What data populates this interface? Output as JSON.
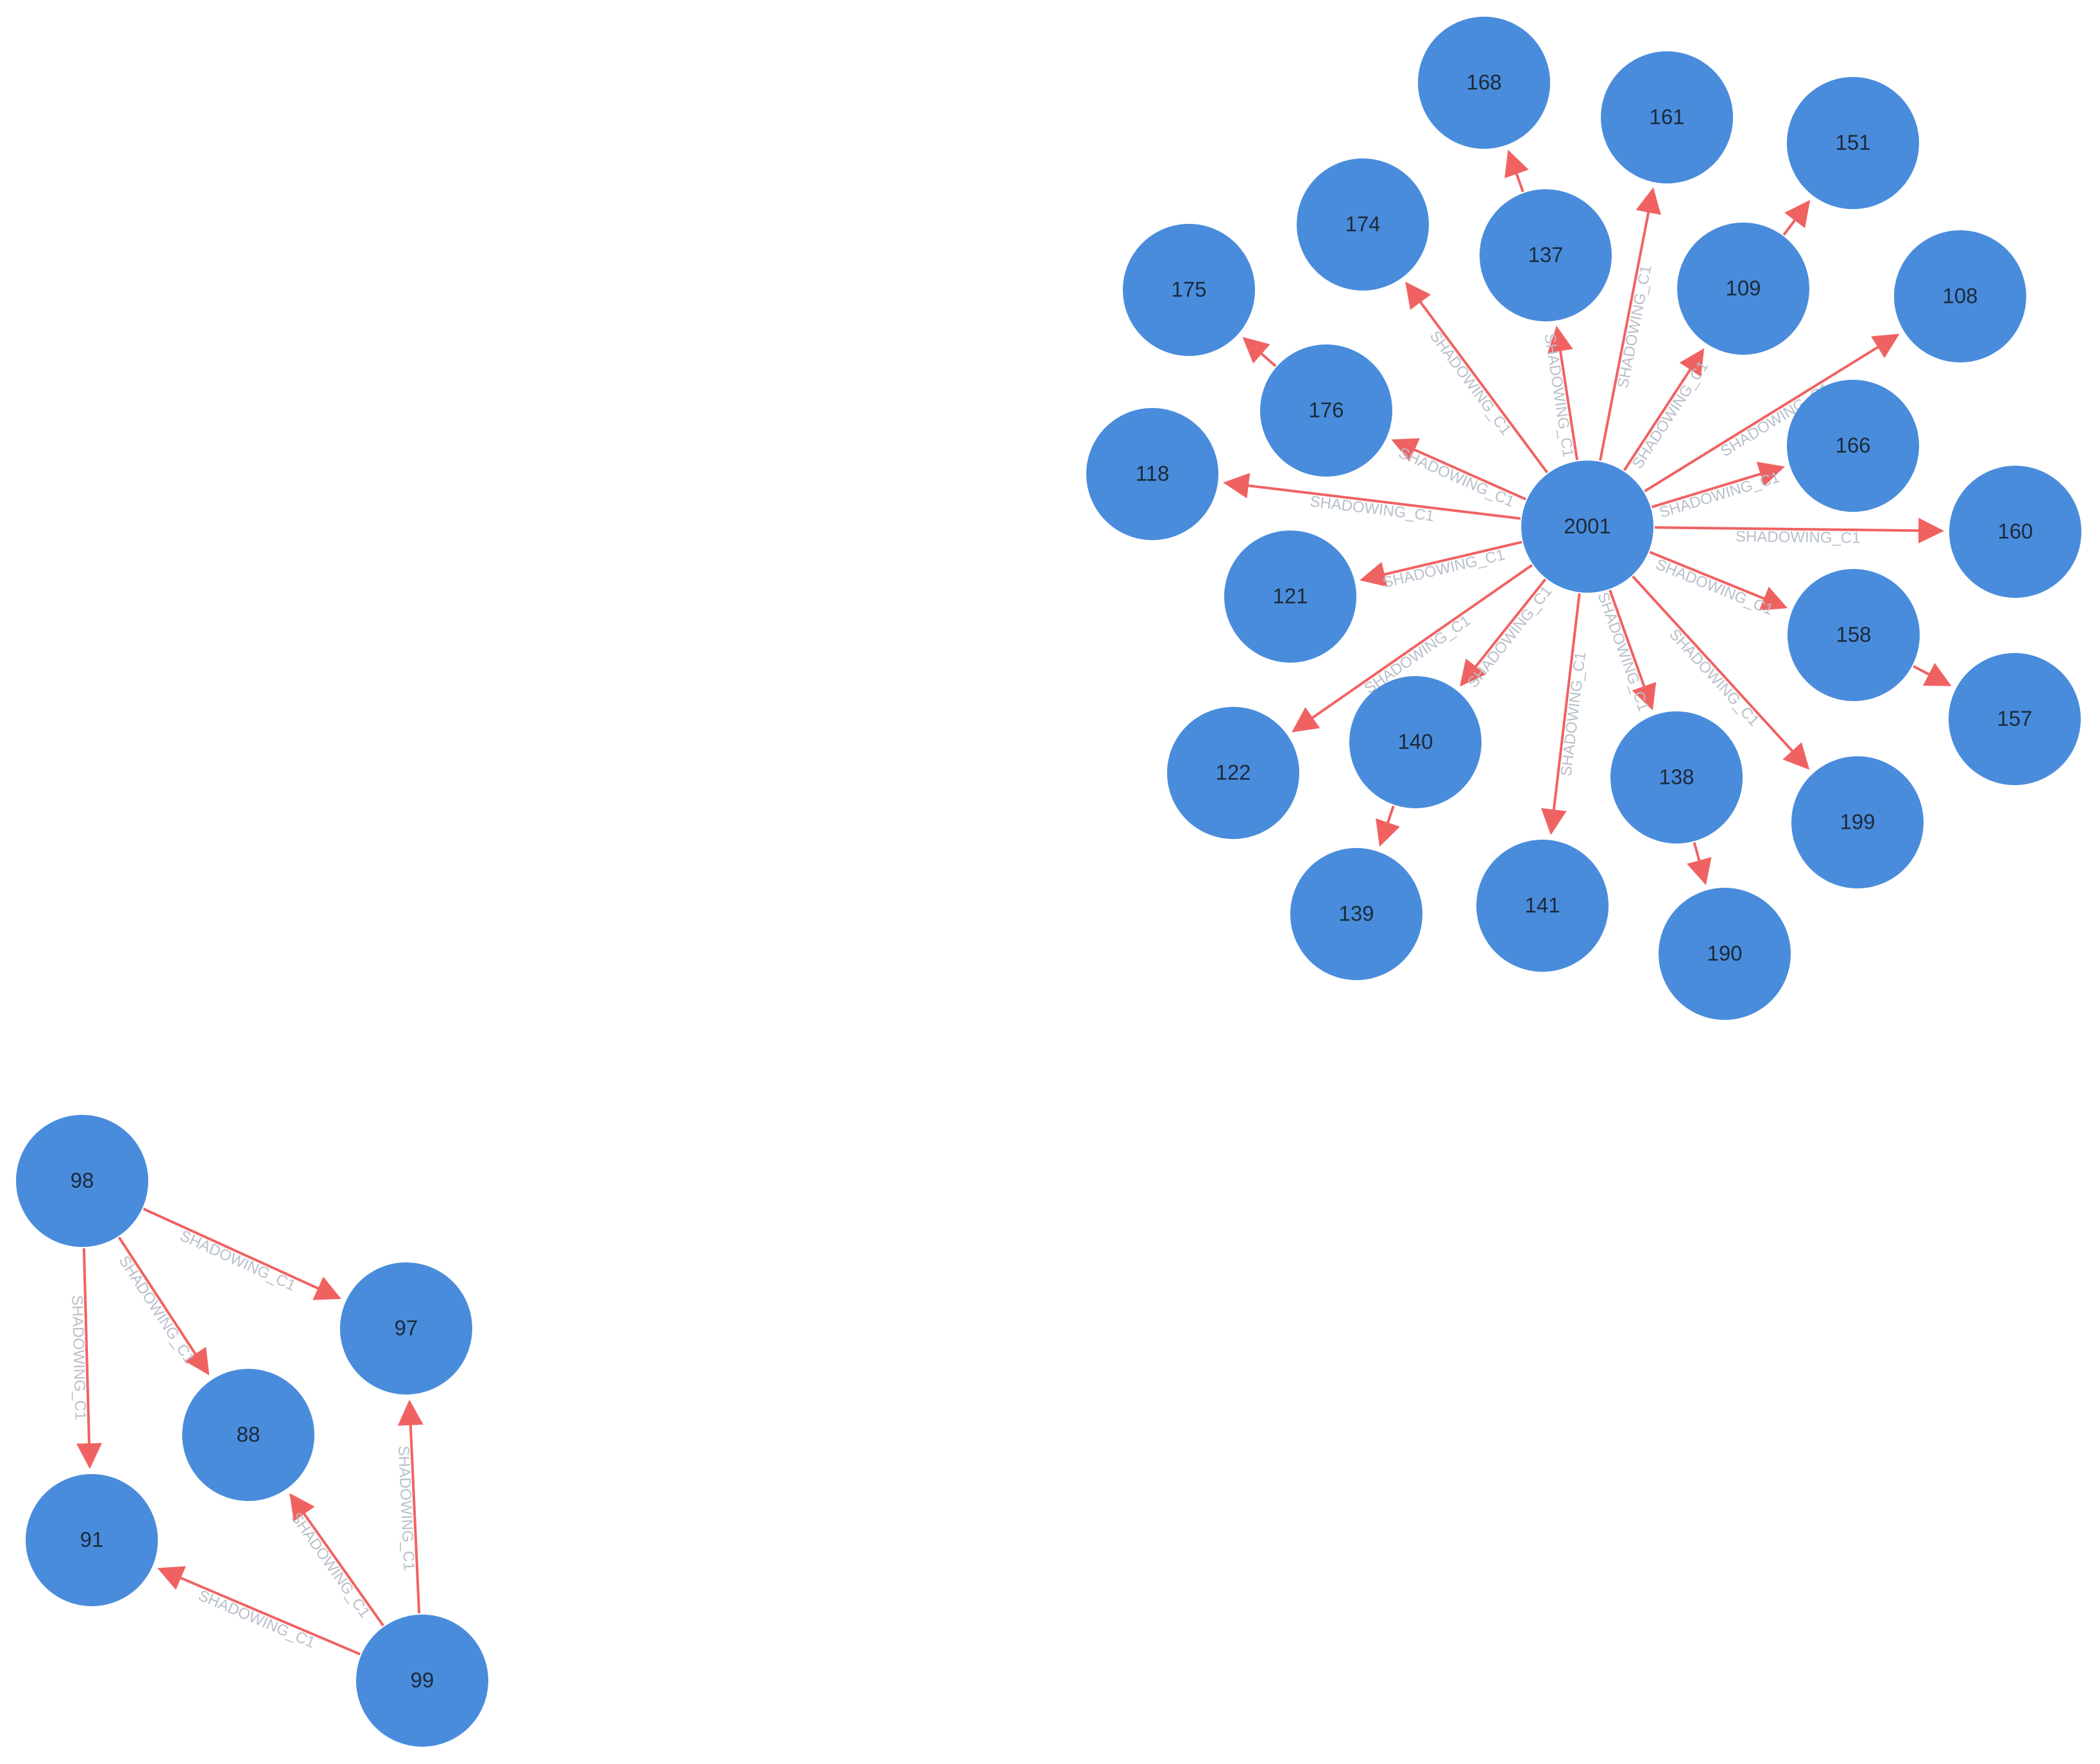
{
  "graph": {
    "node_color": "#4a8cdc",
    "edge_color": "#f06262",
    "edge_label_color": "#b8bfc9",
    "nodes": [
      {
        "id": "2001",
        "label": "2001"
      },
      {
        "id": "168",
        "label": "168"
      },
      {
        "id": "161",
        "label": "161"
      },
      {
        "id": "151",
        "label": "151"
      },
      {
        "id": "174",
        "label": "174"
      },
      {
        "id": "137",
        "label": "137"
      },
      {
        "id": "109",
        "label": "109"
      },
      {
        "id": "108",
        "label": "108"
      },
      {
        "id": "175",
        "label": "175"
      },
      {
        "id": "176",
        "label": "176"
      },
      {
        "id": "166",
        "label": "166"
      },
      {
        "id": "118",
        "label": "118"
      },
      {
        "id": "160",
        "label": "160"
      },
      {
        "id": "121",
        "label": "121"
      },
      {
        "id": "158",
        "label": "158"
      },
      {
        "id": "157",
        "label": "157"
      },
      {
        "id": "122",
        "label": "122"
      },
      {
        "id": "140",
        "label": "140"
      },
      {
        "id": "138",
        "label": "138"
      },
      {
        "id": "199",
        "label": "199"
      },
      {
        "id": "139",
        "label": "139"
      },
      {
        "id": "141",
        "label": "141"
      },
      {
        "id": "190",
        "label": "190"
      },
      {
        "id": "98",
        "label": "98"
      },
      {
        "id": "97",
        "label": "97"
      },
      {
        "id": "88",
        "label": "88"
      },
      {
        "id": "91",
        "label": "91"
      },
      {
        "id": "99",
        "label": "99"
      }
    ],
    "edges": [
      {
        "from": "2001",
        "to": "174",
        "label": "SHADOWING_C1"
      },
      {
        "from": "2001",
        "to": "137",
        "label": "SHADOWING_C1"
      },
      {
        "from": "2001",
        "to": "161",
        "label": "SHADOWING_C1"
      },
      {
        "from": "2001",
        "to": "109",
        "label": "SHADOWING_C1"
      },
      {
        "from": "2001",
        "to": "108",
        "label": "SHADOWING_C1"
      },
      {
        "from": "2001",
        "to": "166",
        "label": "SHADOWING_C1"
      },
      {
        "from": "2001",
        "to": "160",
        "label": "SHADOWING_C1"
      },
      {
        "from": "2001",
        "to": "158",
        "label": "SHADOWING_C1"
      },
      {
        "from": "2001",
        "to": "199",
        "label": "SHADOWING_C1"
      },
      {
        "from": "2001",
        "to": "138",
        "label": "SHADOWING_C1"
      },
      {
        "from": "2001",
        "to": "141",
        "label": "SHADOWING_C1"
      },
      {
        "from": "2001",
        "to": "140",
        "label": "SHADOWING_C1"
      },
      {
        "from": "2001",
        "to": "122",
        "label": "SHADOWING_C1"
      },
      {
        "from": "2001",
        "to": "121",
        "label": "SHADOWING_C1"
      },
      {
        "from": "2001",
        "to": "118",
        "label": "SHADOWING_C1"
      },
      {
        "from": "2001",
        "to": "176",
        "label": "SHADOWING_C1"
      },
      {
        "from": "137",
        "to": "168",
        "label": ""
      },
      {
        "from": "109",
        "to": "151",
        "label": ""
      },
      {
        "from": "176",
        "to": "175",
        "label": ""
      },
      {
        "from": "158",
        "to": "157",
        "label": ""
      },
      {
        "from": "140",
        "to": "139",
        "label": ""
      },
      {
        "from": "138",
        "to": "190",
        "label": ""
      },
      {
        "from": "98",
        "to": "97",
        "label": "SHADOWING_C1"
      },
      {
        "from": "98",
        "to": "88",
        "label": "SHADOWING_C1"
      },
      {
        "from": "98",
        "to": "91",
        "label": "SHADOWING_C1"
      },
      {
        "from": "99",
        "to": "97",
        "label": "SHADOWING_C1"
      },
      {
        "from": "99",
        "to": "88",
        "label": "SHADOWING_C1"
      },
      {
        "from": "99",
        "to": "91",
        "label": "SHADOWING_C1"
      }
    ]
  }
}
